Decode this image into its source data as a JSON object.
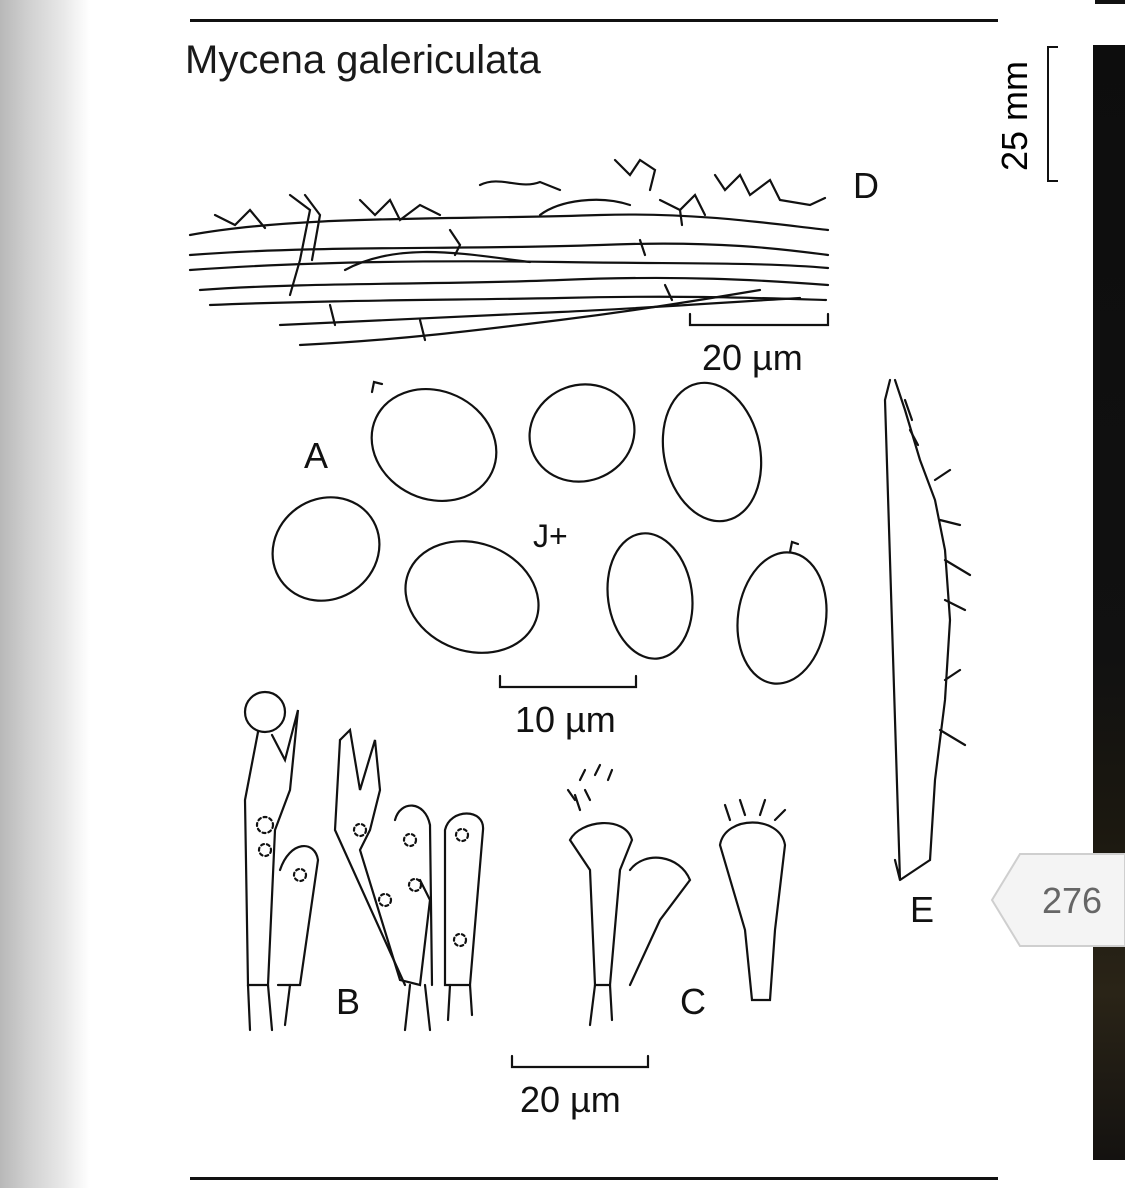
{
  "figure": {
    "title": "Mycena galericulata",
    "labels": {
      "A": "A",
      "B": "B",
      "C": "C",
      "D": "D",
      "E": "E",
      "reaction": "J+"
    },
    "scale_bars": {
      "hyphae": "20 µm",
      "spores": "10 µm",
      "cells": "20 µm",
      "macro": "25 mm"
    }
  },
  "viewer": {
    "page_number": "276"
  }
}
